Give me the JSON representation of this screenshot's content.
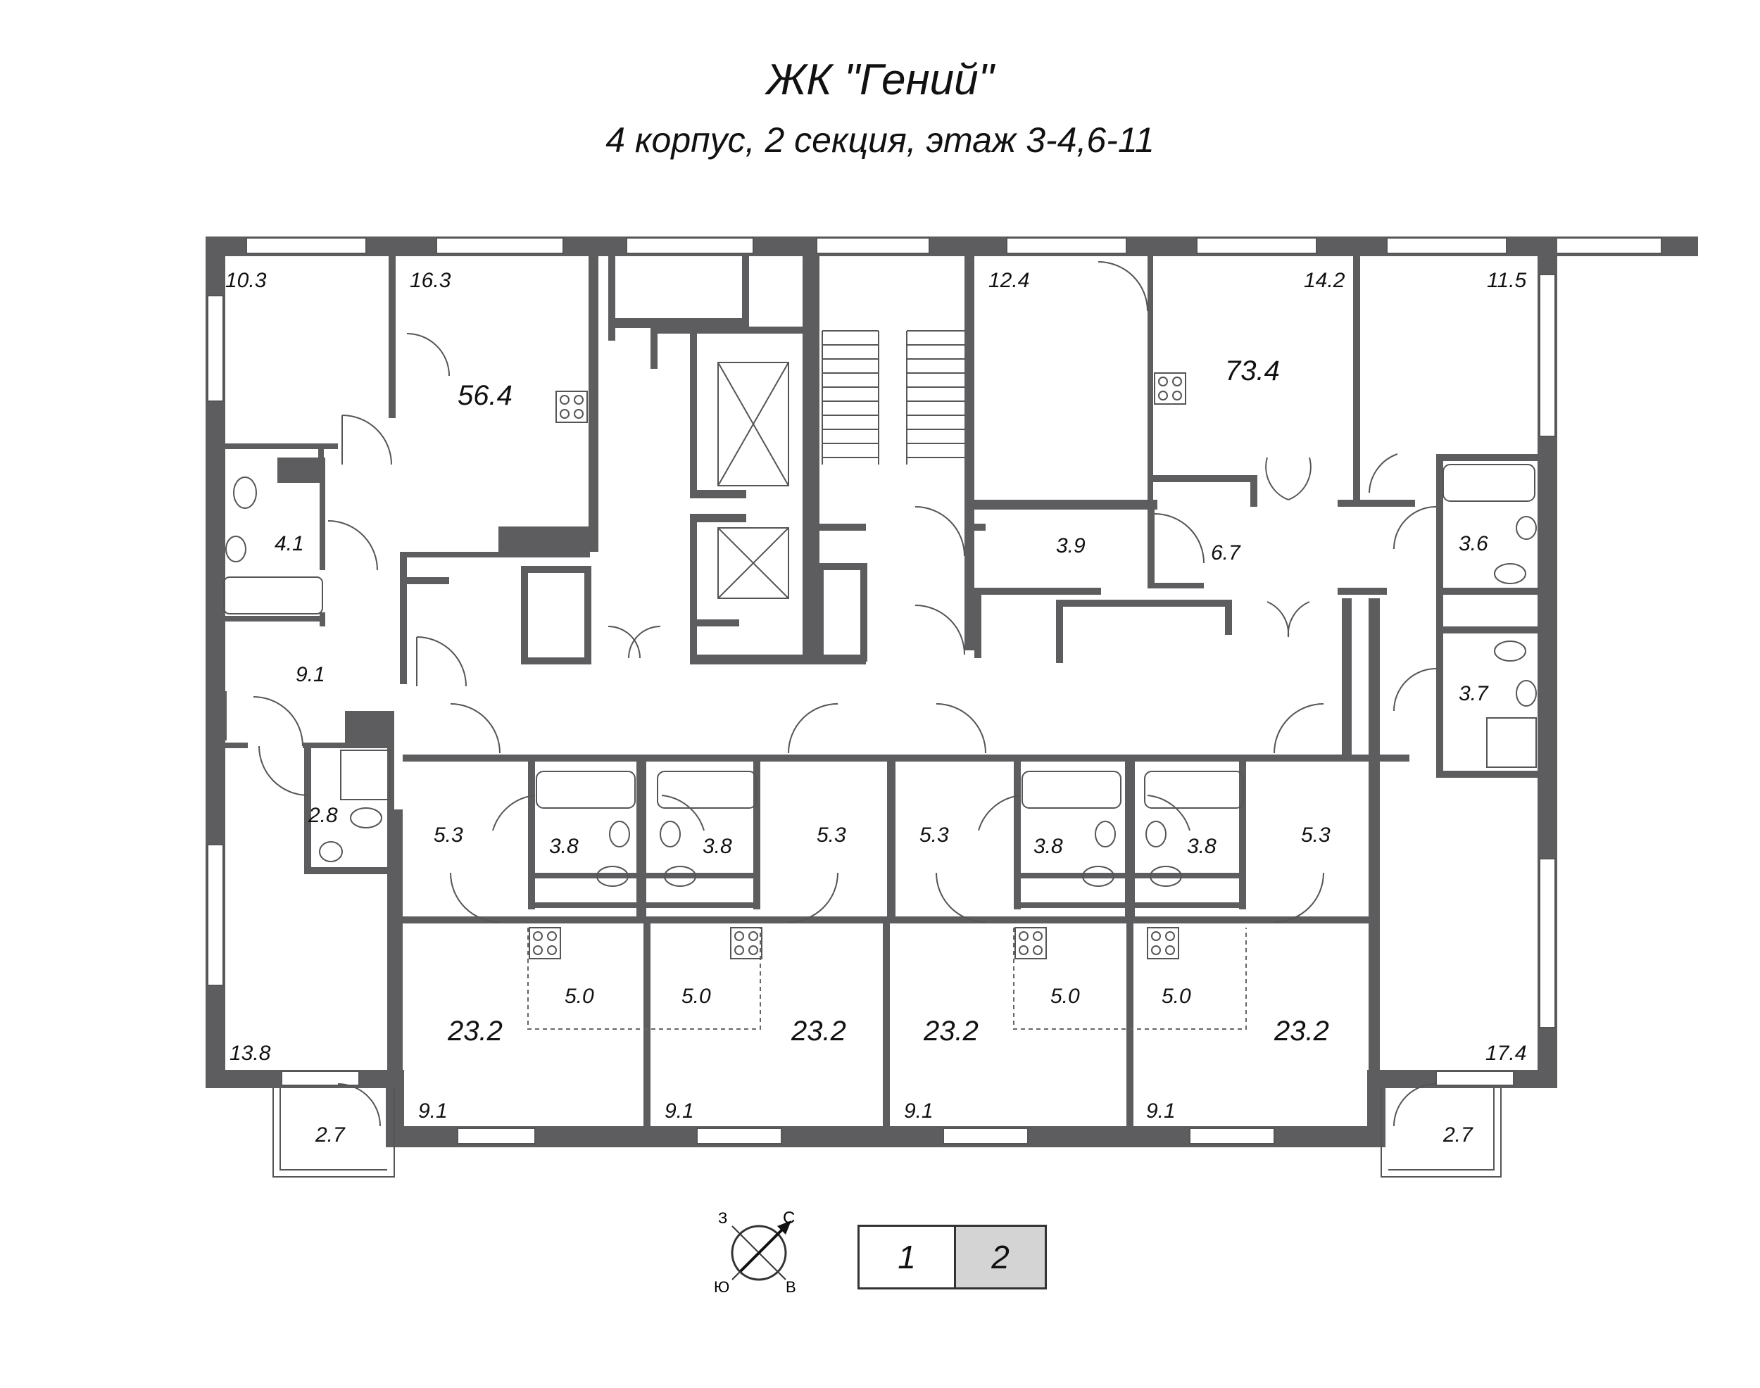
{
  "header": {
    "title": "ЖК \"Гений\"",
    "subtitle": "4 корпус, 2 секция, этаж 3-4,6-11"
  },
  "apartments": {
    "totals": [
      "56.4",
      "73.4"
    ],
    "rooms": [
      "10.3",
      "16.3",
      "12.4",
      "14.2",
      "11.5",
      "4.1",
      "9.1",
      "2.8",
      "13.8",
      "2.7",
      "3.9",
      "6.7",
      "3.6",
      "3.7",
      "17.4",
      "2.7",
      "5.3",
      "3.8",
      "3.8",
      "5.3",
      "5.3",
      "3.8",
      "3.8",
      "5.3",
      "5.0",
      "5.0",
      "5.0",
      "5.0",
      "23.2",
      "23.2",
      "23.2",
      "23.2",
      "9.1",
      "9.1",
      "9.1",
      "9.1"
    ]
  },
  "compass": {
    "n": "С",
    "e": "В",
    "s": "Ю",
    "w": "З"
  },
  "section_selector": {
    "options": [
      "1",
      "2"
    ],
    "active": "2",
    "active_color": "#d4d4d4"
  }
}
